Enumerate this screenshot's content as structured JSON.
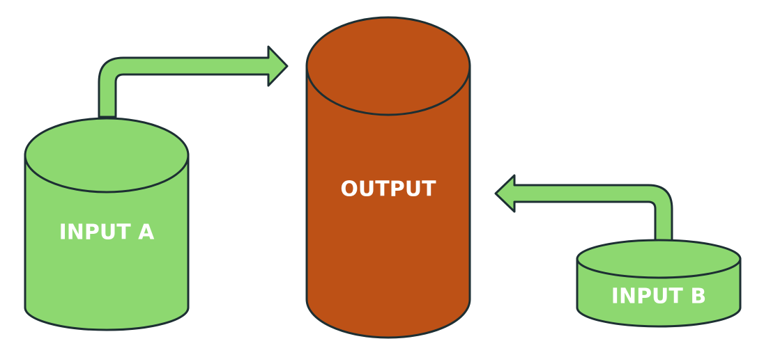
{
  "nodes": [
    {
      "id": "input-a",
      "label": "INPUT A"
    },
    {
      "id": "output",
      "label": "OUTPUT"
    },
    {
      "id": "input-b",
      "label": "INPUT B"
    }
  ],
  "edges": [
    {
      "from": "input-a",
      "to": "output"
    },
    {
      "from": "input-b",
      "to": "output"
    }
  ],
  "colors": {
    "input_fill": "#8dd870",
    "output_fill": "#bd5116",
    "stroke": "#1d2f33",
    "label": "#ffffff"
  }
}
